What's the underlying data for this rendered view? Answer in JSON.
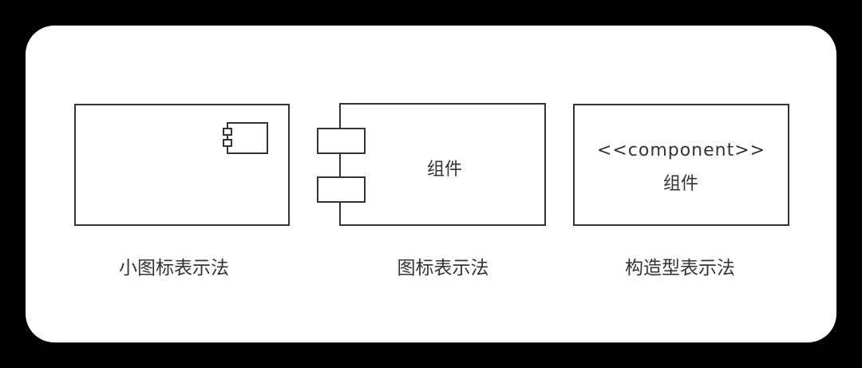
{
  "diagrams": {
    "small_icon": {
      "caption": "小图标表示法"
    },
    "icon": {
      "label": "组件",
      "caption": "图标表示法"
    },
    "stereotype": {
      "stereotype_text": "<<component>>",
      "label": "组件",
      "caption": "构造型表示法"
    }
  },
  "colors": {
    "stroke": "#333333",
    "background": "#ffffff",
    "frame": "#000000"
  }
}
